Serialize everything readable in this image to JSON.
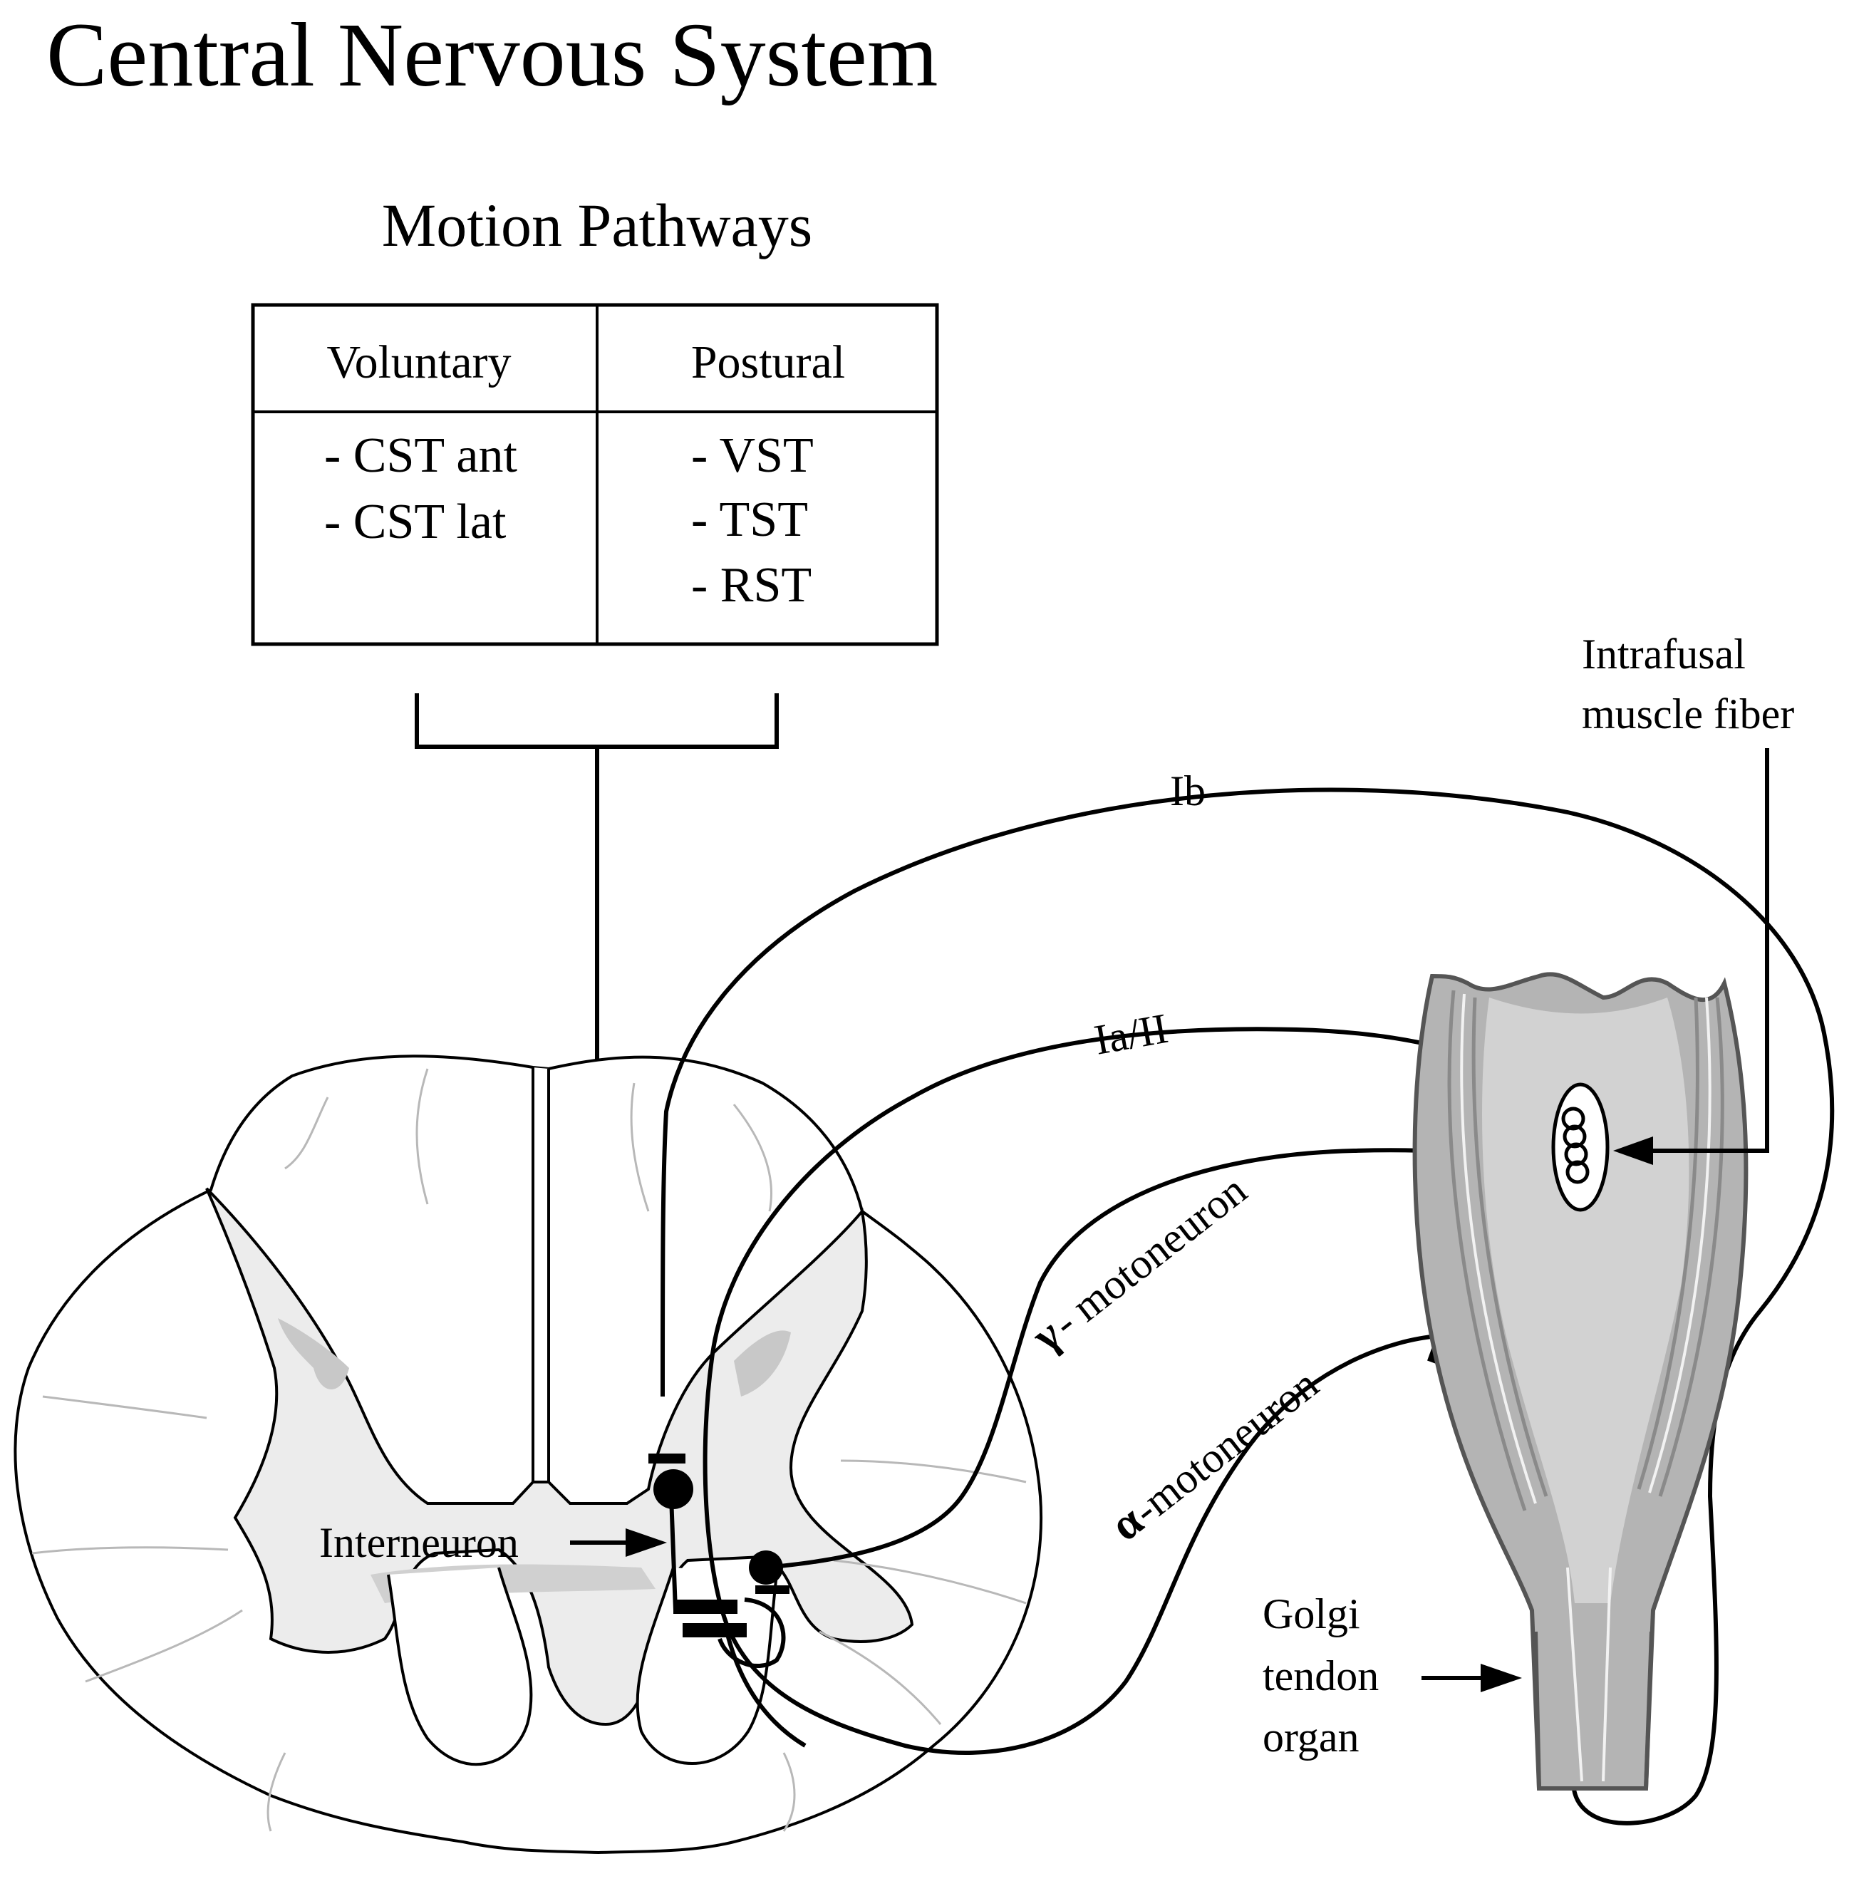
{
  "title": "Central Nervous System",
  "subtitle": "Motion Pathways",
  "table": {
    "headers": [
      "Voluntary",
      "Postural"
    ],
    "voluntary": [
      "- CST ant",
      "- CST lat"
    ],
    "postural": [
      "- VST",
      "- TST",
      "- RST"
    ]
  },
  "labels": {
    "ib": "Ib",
    "ia_ii": "Ia/II",
    "gamma_symbol": "γ",
    "gamma_text": "- motoneuron",
    "alpha_symbol": "α",
    "alpha_text": "-motoneuron",
    "interneuron": "Interneuron",
    "intrafusal_line1": "Intrafusal",
    "intrafusal_line2": "muscle fiber",
    "golgi_line1": "Golgi",
    "golgi_line2": "tendon",
    "golgi_line3": "organ"
  },
  "colors": {
    "ink": "#000000",
    "grey_matter": "#eeeeee",
    "muscle_dark": "#8f8f8f",
    "muscle_mid": "#b4b4b4",
    "muscle_light": "#d8d8d8"
  },
  "icons": [
    "arrow-down-icon",
    "arrow-right-icon",
    "arrow-left-icon",
    "synapse-icon"
  ]
}
